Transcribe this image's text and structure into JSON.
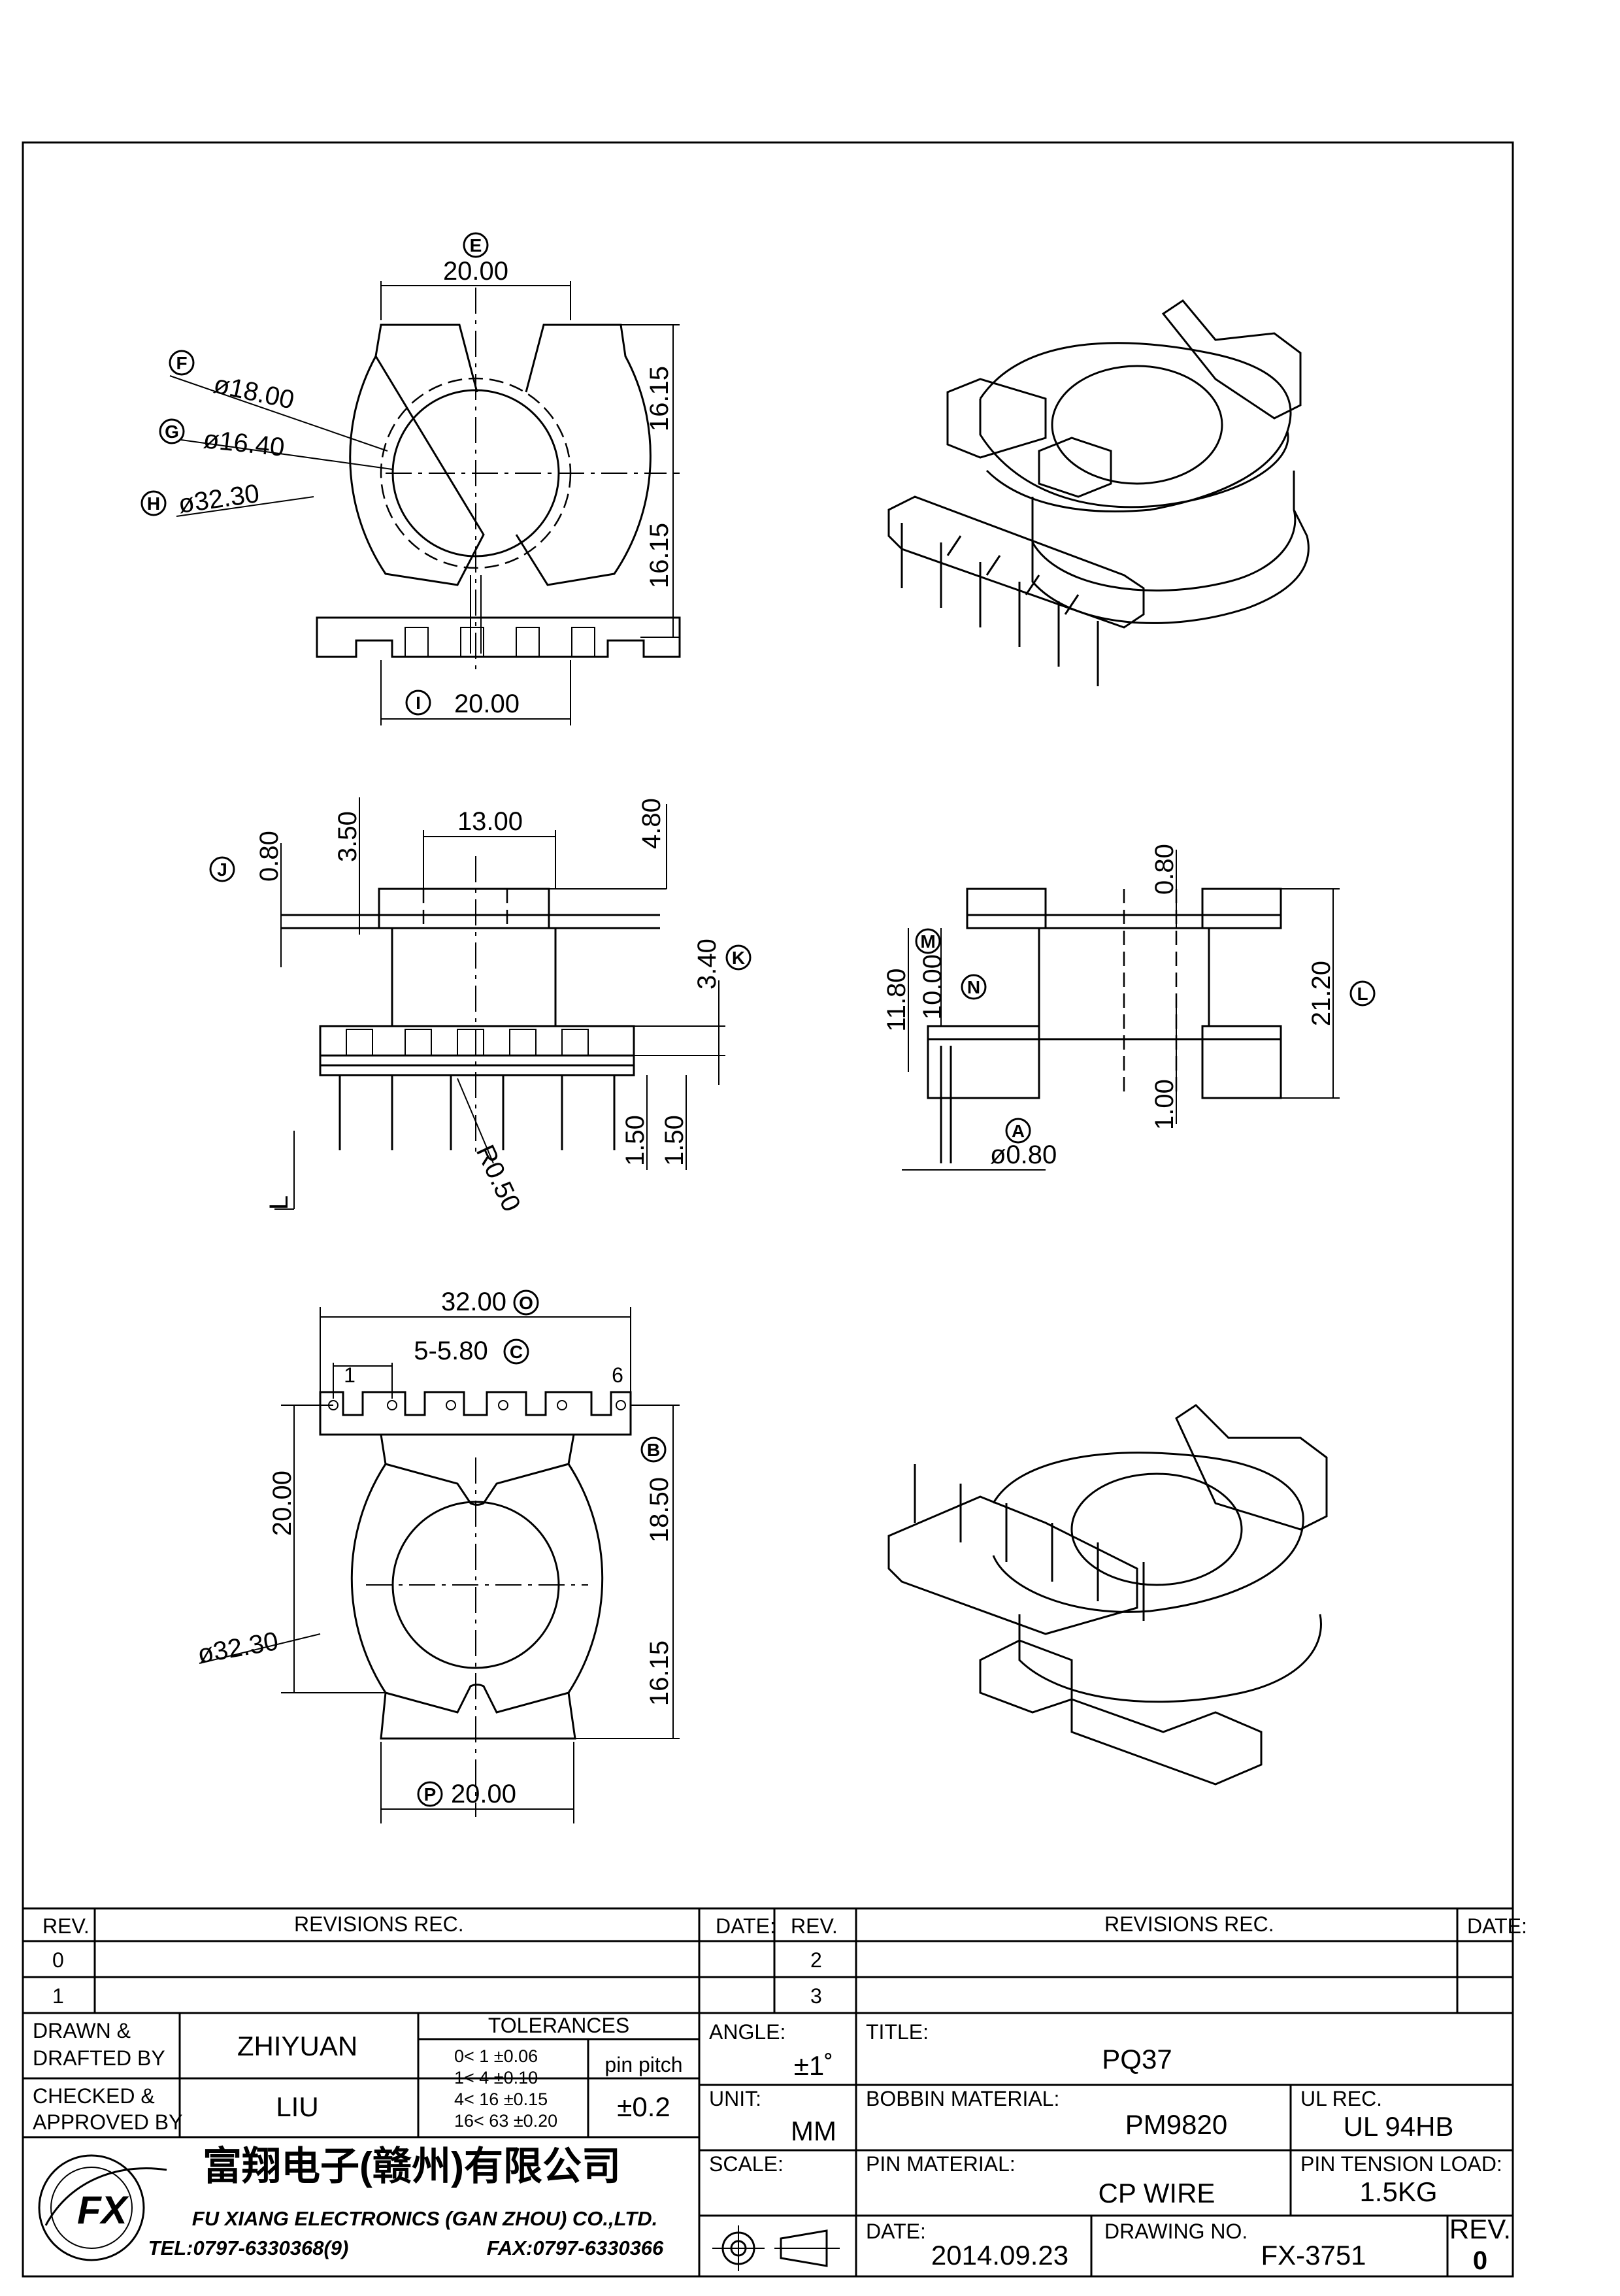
{
  "drawing": {
    "top_view": {
      "dims": {
        "top_width": "20.00",
        "f": "ø18.00",
        "g": "ø16.40",
        "h": "ø32.30",
        "upper_half": "16.15",
        "lower_half": "16.15",
        "bottom_width": "20.00"
      },
      "labels": {
        "e": "E",
        "f": "F",
        "g": "G",
        "h": "H",
        "i": "I"
      }
    },
    "side_view": {
      "dims": {
        "d350": "3.50",
        "d1300": "13.00",
        "d480": "4.80",
        "d080": "0.80",
        "d340": "3.40",
        "r050": "R0.50",
        "d150a": "1.50",
        "d150b": "1.50",
        "pin_len": "L"
      },
      "labels": {
        "j": "J",
        "k": "K"
      }
    },
    "section_view": {
      "dims": {
        "d080": "0.80",
        "d1180": "11.80",
        "d1000": "10.00",
        "d2120": "21.20",
        "d100": "1.00",
        "pin_dia": "ø0.80"
      },
      "labels": {
        "m": "M",
        "n": "N",
        "l": "L",
        "a": "A"
      }
    },
    "bottom_view": {
      "dims": {
        "width": "32.00",
        "pitch": "5-5.80",
        "d2000": "20.00",
        "d1850": "18.50",
        "d3230": "ø32.30",
        "d1615": "16.15",
        "bottom_width": "20.00"
      },
      "pins": {
        "first": "1",
        "last": "6"
      },
      "labels": {
        "o": "O",
        "c": "C",
        "b": "B",
        "p": "P"
      }
    }
  },
  "title_block": {
    "rev_header": {
      "rev": "REV.",
      "revisions": "REVISIONS   REC.",
      "date": "DATE:",
      "rev2": "REV.",
      "revisions2": "REVISIONS   REC.",
      "date2": "DATE:"
    },
    "rev_rows": [
      "0",
      "1",
      "2",
      "3"
    ],
    "drawn_label_1": "DRAWN &",
    "drawn_label_2": "DRAFTED  BY",
    "drawn_by": "ZHIYUAN",
    "checked_label_1": "CHECKED &",
    "checked_label_2": "APPROVED  BY",
    "checked_by": "LIU",
    "tolerances_title": "TOLERANCES",
    "tolerances": [
      "0<   1    ±0.06",
      "1<   4    ±0.10",
      "4<   16  ±0.15",
      "16<  63  ±0.20"
    ],
    "pin_pitch_label": "pin  pitch",
    "pin_pitch_value": "±0.2",
    "angle_label": "ANGLE:",
    "angle_value": "±1˚",
    "unit_label": "UNIT:",
    "unit_value": "MM",
    "scale_label": "SCALE:",
    "title_label": "TITLE:",
    "title_value": "PQ37",
    "bobbin_label": "BOBBIN  MATERIAL:",
    "bobbin_value": "PM9820",
    "ul_label": "UL  REC.",
    "ul_value": "UL  94HB",
    "pin_material_label": "PIN  MATERIAL:",
    "pin_material_value": "CP  WIRE",
    "pin_tension_label": "PIN  TENSION  LOAD:",
    "pin_tension_value": "1.5KG",
    "date_label": "DATE:",
    "date_value": "2014.09.23",
    "drawing_no_label": "DRAWING  NO.",
    "drawing_no_value": "FX-3751",
    "rev_label": "REV.",
    "rev_value": "0",
    "company_cn": "富翔电子(赣州)有限公司",
    "company_en": "FU XIANG ELECTRONICS (GAN ZHOU) CO.,LTD.",
    "tel": "TEL:0797-6330368(9)",
    "fax": "FAX:0797-6330366"
  }
}
